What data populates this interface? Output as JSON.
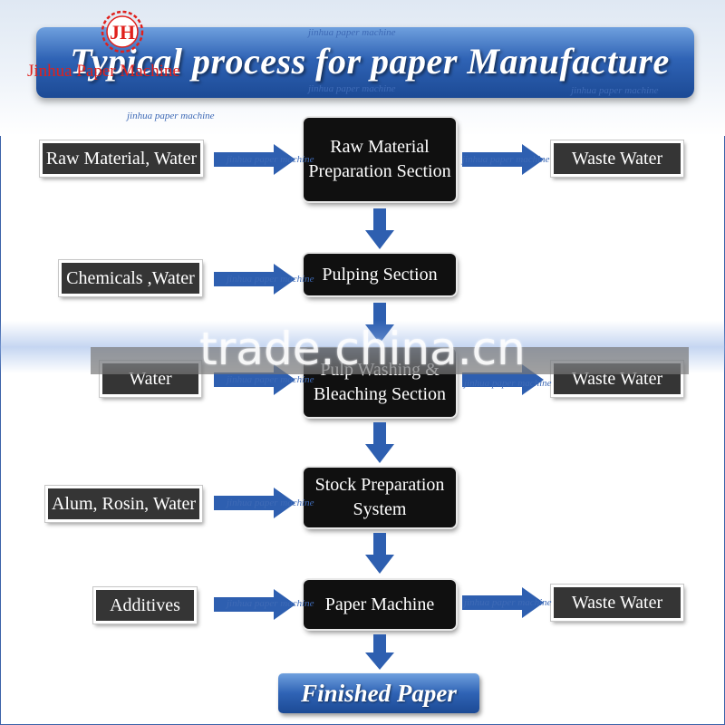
{
  "header": {
    "title": "Typical process for paper Manufacture",
    "logo_text": "JH",
    "logo_caption": "Jinhua Paper Machine"
  },
  "watermarks": {
    "small": "jinhua paper machine",
    "site": "trade.china.cn"
  },
  "inputs": [
    {
      "label": "Raw Material, Water"
    },
    {
      "label": "Chemicals ,Water"
    },
    {
      "label": "Water"
    },
    {
      "label": "Alum, Rosin, Water"
    },
    {
      "label": "Additives"
    }
  ],
  "process_steps": [
    {
      "label": "Raw Material Preparation Section"
    },
    {
      "label": "Pulping Section"
    },
    {
      "label": "Pulp Washing & Bleaching Section"
    },
    {
      "label": "Stock Preparation System"
    },
    {
      "label": "Paper Machine"
    }
  ],
  "outputs": [
    {
      "label": "Waste Water"
    },
    {
      "label": "Waste Water"
    },
    {
      "label": "Waste Water"
    }
  ],
  "final_product": "Finished Paper",
  "colors": {
    "title_blue": "#2f63b5",
    "arrow_blue": "#2e5fb0",
    "process_black": "#101010",
    "input_gray": "#353535",
    "logo_red": "#e0201c"
  }
}
